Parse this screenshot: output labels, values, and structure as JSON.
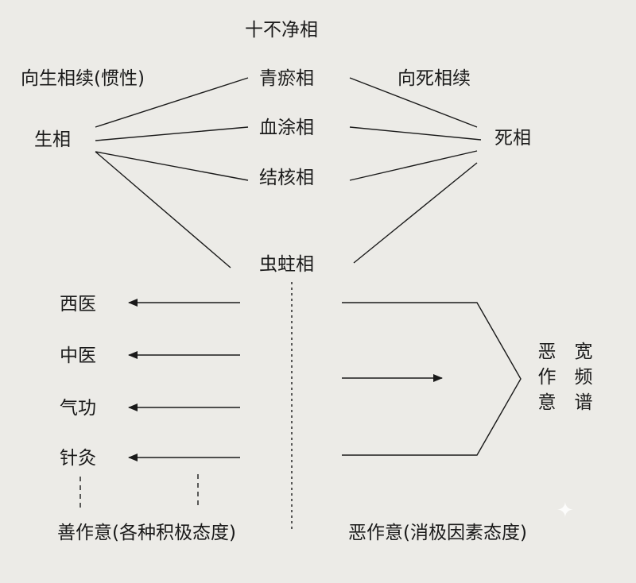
{
  "title": "十不净相",
  "left_label": "向生相续(惯性)",
  "right_label": "向死相续",
  "life": "生相",
  "death": "死相",
  "middle_items": [
    "青瘀相",
    "血涂相",
    "结核相",
    "虫蛀相"
  ],
  "medicine_items": [
    "西医",
    "中医",
    "气功",
    "针灸"
  ],
  "bad_block_left": "恶作意",
  "bad_block_right": "宽频谱",
  "bottom_left": "善作意(各种积极态度)",
  "bottom_right": "恶作意(消极因素态度)",
  "colors": {
    "background": "#ecebe7",
    "ink": "#1a1a1a"
  },
  "icons": [
    "sparkle-icon"
  ]
}
